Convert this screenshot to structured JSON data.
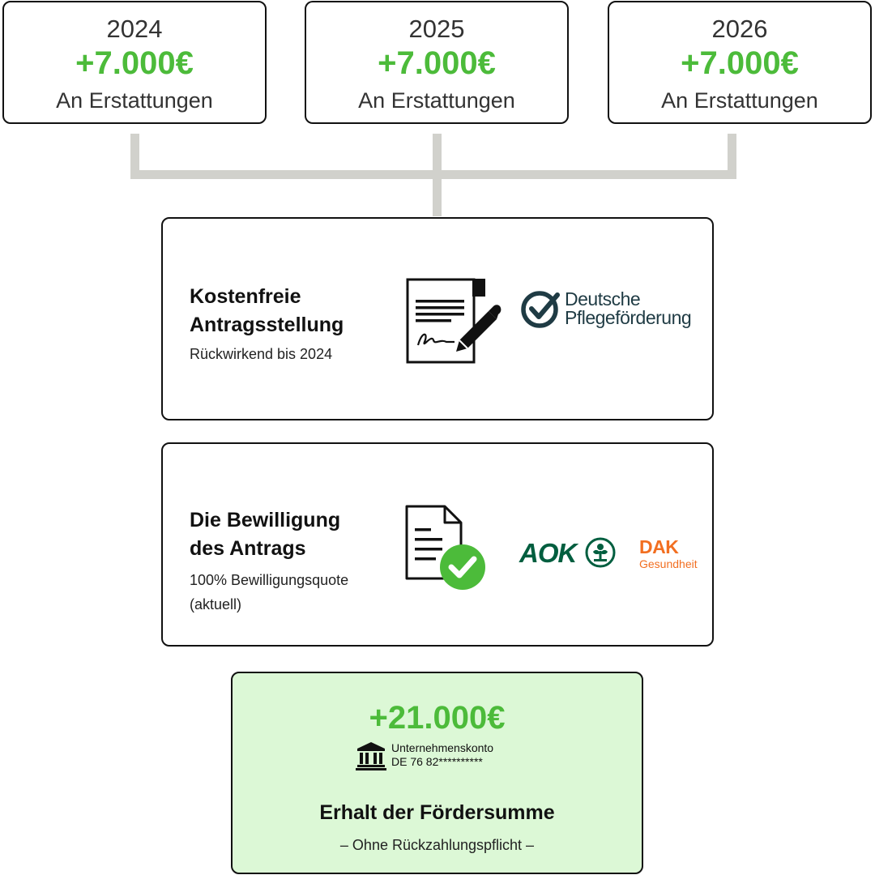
{
  "years": [
    {
      "year": "2024",
      "amount": "+7.000€",
      "caption": "An Erstattungen"
    },
    {
      "year": "2025",
      "amount": "+7.000€",
      "caption": "An Erstattungen"
    },
    {
      "year": "2026",
      "amount": "+7.000€",
      "caption": "An Erstattungen"
    }
  ],
  "steps": [
    {
      "title_line1": "Kostenfreie",
      "title_line2": "Antragsstellung",
      "subtitle_line1": "Rückwirkend bis 2024",
      "logo": {
        "line1": "Deutsche",
        "line2": "Pflegeförderung"
      }
    },
    {
      "title_line1": "Die Bewilligung",
      "title_line2": "des Antrags",
      "subtitle_line1": "100% Bewilligungsquote",
      "subtitle_line2": "(aktuell)",
      "logos": {
        "aok": "AOK",
        "dak_top": "DAK",
        "dak_bottom": "Gesundheit"
      }
    }
  ],
  "result": {
    "amount": "+21.000€",
    "account_label": "Unternehmenskonto",
    "account_number": "DE 76 82**********",
    "title": "Erhalt der Fördersumme",
    "subtitle": "– Ohne Rückzahlungspflicht –"
  },
  "colors": {
    "accent_green": "#4cbb3a",
    "result_background": "#dcf8d6",
    "connector": "#d1d1cc",
    "aok_green": "#005e3f",
    "dak_orange": "#f26f21",
    "pflege_navy": "#1f3b44"
  },
  "icons": [
    "document-signature-icon",
    "checkmark-circle-icon",
    "document-approved-icon",
    "aok-tree-icon",
    "bank-icon"
  ]
}
